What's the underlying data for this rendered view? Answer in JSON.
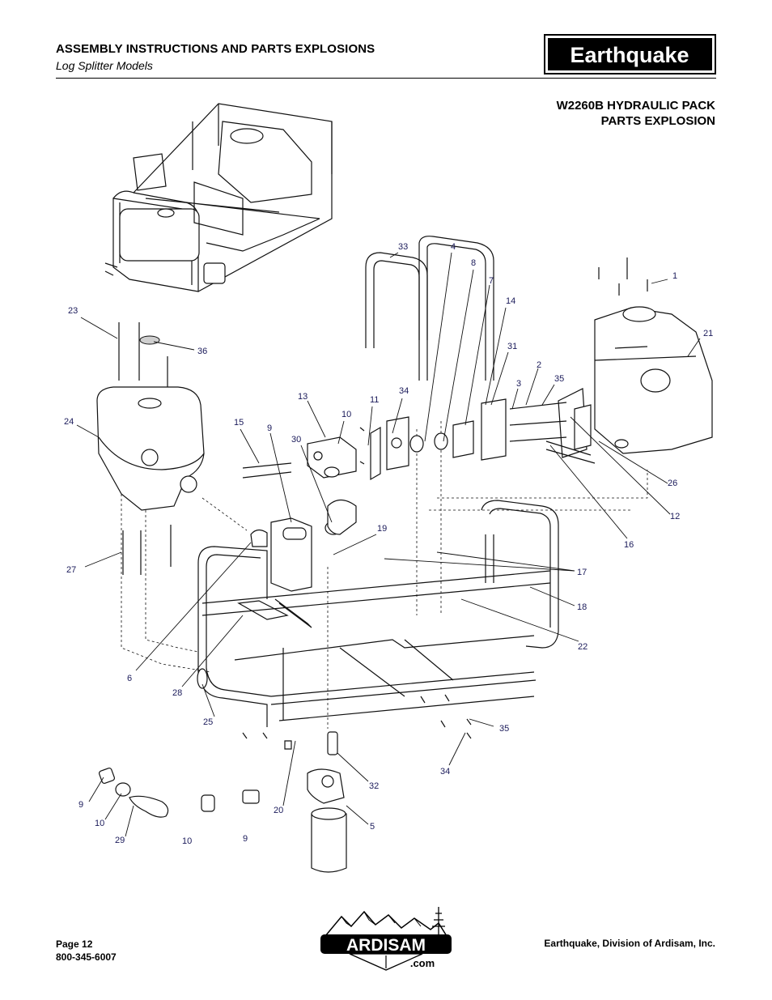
{
  "header": {
    "title": "ASSEMBLY INSTRUCTIONS AND PARTS EXPLOSIONS",
    "subtitle": "Log Splitter Models",
    "brand": "Earthquake"
  },
  "section": {
    "line1": "W2260B HYDRAULIC PACK",
    "line2": "PARTS EXPLOSION"
  },
  "callouts": [
    "33",
    "4",
    "8",
    "7",
    "14",
    "31",
    "2",
    "3",
    "35",
    "1",
    "21",
    "23",
    "36",
    "24",
    "13",
    "11",
    "34",
    "10",
    "15",
    "9",
    "30",
    "26",
    "12",
    "16",
    "19",
    "17",
    "27",
    "18",
    "22",
    "6",
    "28",
    "25",
    "35",
    "34",
    "9",
    "10",
    "29",
    "10",
    "9",
    "20",
    "32",
    "5"
  ],
  "footer": {
    "page": "Page 12",
    "phone": "800-345-6007",
    "company": "Earthquake, Division of Ardisam, Inc.",
    "ardisam_logo": "ARDISAM",
    "ardisam_suffix": ".com"
  },
  "colors": {
    "callout_text": "#1a1a5a",
    "ink": "#111111"
  }
}
